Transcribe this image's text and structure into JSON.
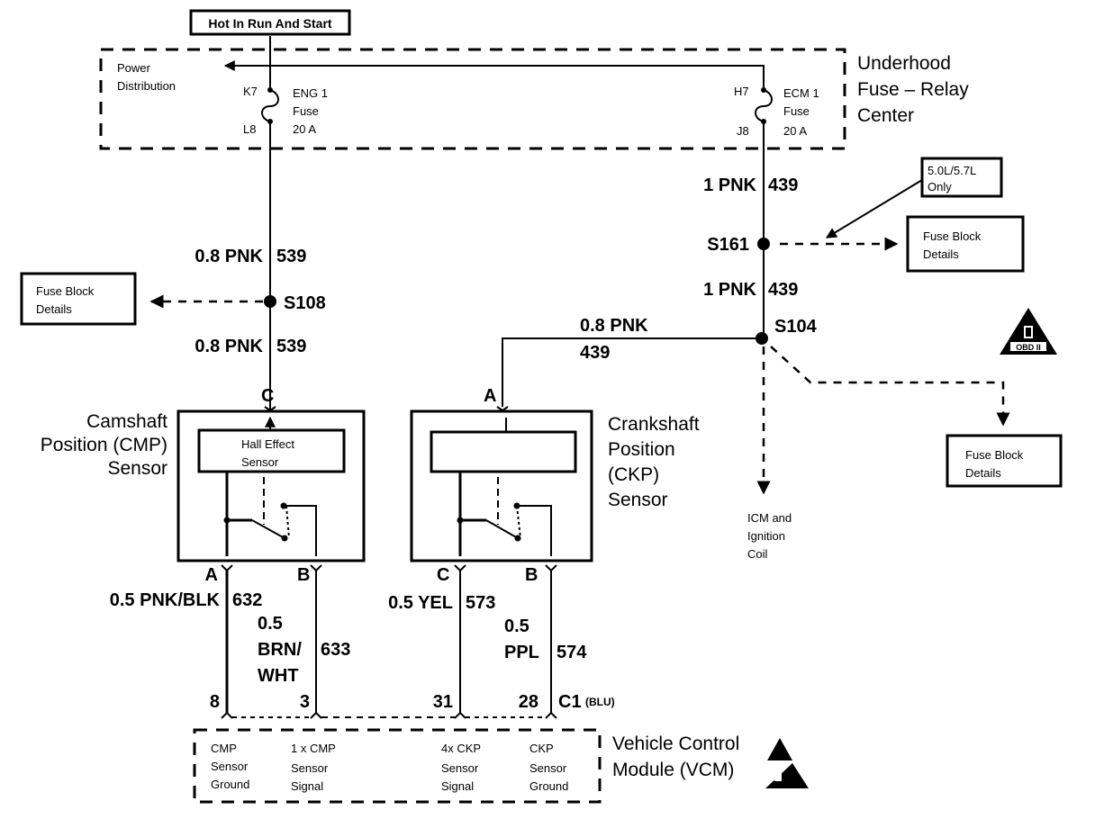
{
  "title_box": "Hot In Run And Start",
  "fuse_center": {
    "label_lines": [
      "Underhood",
      "Fuse – Relay",
      "Center"
    ],
    "power_distribution": [
      "Power",
      "Distribution"
    ],
    "fuse_left": {
      "top_pin": "K7",
      "bottom_pin": "L8",
      "lines": [
        "ENG 1",
        "Fuse",
        "20 A"
      ]
    },
    "fuse_right": {
      "top_pin": "H7",
      "bottom_pin": "J8",
      "lines": [
        "ECM 1",
        "Fuse",
        "20 A"
      ]
    }
  },
  "wires": {
    "left_upper": {
      "gauge_color": "0.8 PNK",
      "circuit": "539"
    },
    "left_lower": {
      "gauge_color": "0.8 PNK",
      "circuit": "539"
    },
    "right_top": {
      "gauge_color": "1 PNK",
      "circuit": "439"
    },
    "right_mid": {
      "gauge_color": "1 PNK",
      "circuit": "439"
    },
    "ckp_feed": {
      "gauge_color": "0.8 PNK",
      "circuit": "439"
    },
    "cmp_ground": {
      "gauge_color": "0.5 PNK/BLK",
      "circuit": "632"
    },
    "cmp_signal": {
      "gauge_lines": [
        "0.5",
        "BRN/",
        "WHT"
      ],
      "circuit": "633"
    },
    "ckp_signal": {
      "gauge_color": "0.5 YEL",
      "circuit": "573"
    },
    "ckp_ground": {
      "gauge_lines": [
        "0.5",
        "PPL"
      ],
      "circuit": "574"
    }
  },
  "splices": {
    "s108": "S108",
    "s161": "S161",
    "s104": "S104"
  },
  "fuse_block_details": [
    "Fuse Block",
    "Details"
  ],
  "engine_note": [
    "5.0L/5.7L",
    "Only"
  ],
  "icm_label": [
    "ICM and",
    "Ignition",
    "Coil"
  ],
  "obd_badge": "OBD II",
  "cmp_sensor": {
    "name_lines": [
      "Camshaft",
      "Position (CMP)",
      "Sensor"
    ],
    "inner_lines": [
      "Hall Effect",
      "Sensor"
    ],
    "pin_top": "C",
    "pin_a": "A",
    "pin_b": "B"
  },
  "ckp_sensor": {
    "name_lines": [
      "Crankshaft",
      "Position",
      "(CKP)",
      "Sensor"
    ],
    "pin_top": "A",
    "pin_c": "C",
    "pin_b": "B"
  },
  "vcm": {
    "name_lines": [
      "Vehicle Control",
      "Module (VCM)"
    ],
    "pins": [
      "8",
      "3",
      "31",
      "28"
    ],
    "connector": "C1",
    "connector_color": "(BLU)",
    "functions": [
      [
        "CMP",
        "Sensor",
        "Ground"
      ],
      [
        "1 x CMP",
        "Sensor",
        "Signal"
      ],
      [
        "4x CKP",
        "Sensor",
        "Signal"
      ],
      [
        "CKP",
        "Sensor",
        "Ground"
      ]
    ]
  }
}
